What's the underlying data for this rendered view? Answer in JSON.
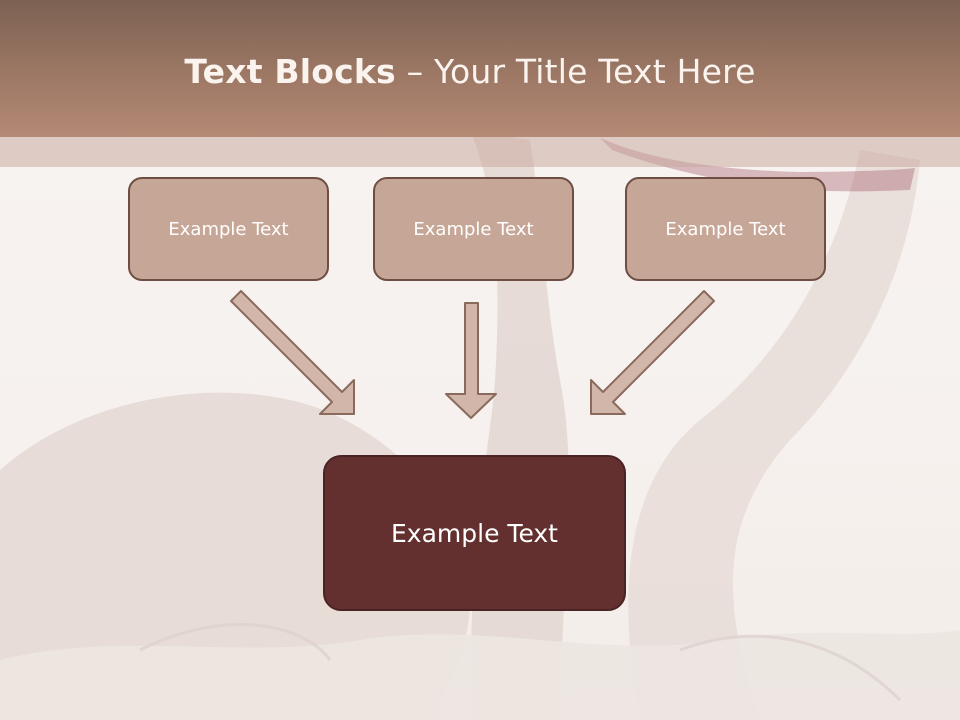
{
  "title": {
    "bold": "Text Blocks",
    "separator": " – ",
    "rest": "Your Title Text Here"
  },
  "boxes": [
    {
      "label": "Example Text"
    },
    {
      "label": "Example Text"
    },
    {
      "label": "Example Text"
    }
  ],
  "main_box": {
    "label": "Example Text"
  },
  "colors": {
    "title_bar": "#9d7865",
    "box_fill": "#c6a697",
    "box_border": "#6e4e42",
    "main_box_fill": "#642f2f",
    "arrow_fill": "#d2b6aa",
    "arrow_stroke": "#8a6a5d"
  }
}
